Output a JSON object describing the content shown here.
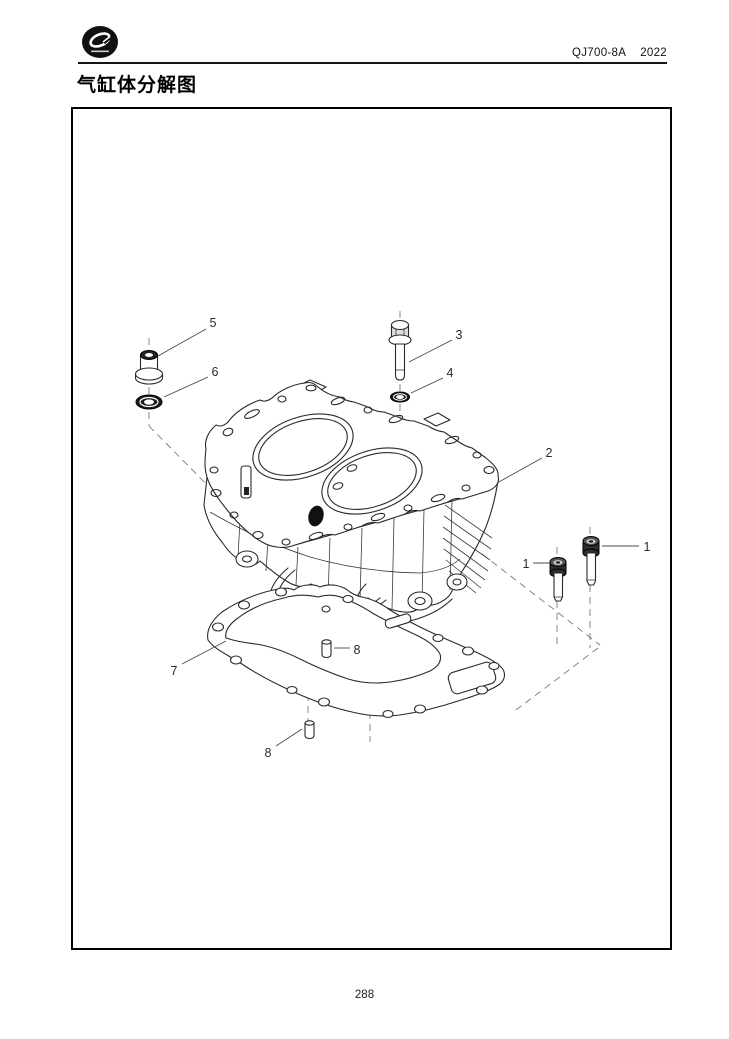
{
  "header": {
    "model": "QJ700-8A",
    "year": "2022",
    "logo_icon": "qjmotor-logo"
  },
  "page": {
    "title": "气缸体分解图",
    "number": "288"
  },
  "diagram": {
    "type": "exploded-parts-diagram",
    "callouts": [
      {
        "label": "5"
      },
      {
        "label": "6"
      },
      {
        "label": "3"
      },
      {
        "label": "4"
      },
      {
        "label": "2"
      },
      {
        "label": "1"
      },
      {
        "label": "1"
      },
      {
        "label": "7"
      },
      {
        "label": "8"
      },
      {
        "label": "8"
      }
    ]
  }
}
